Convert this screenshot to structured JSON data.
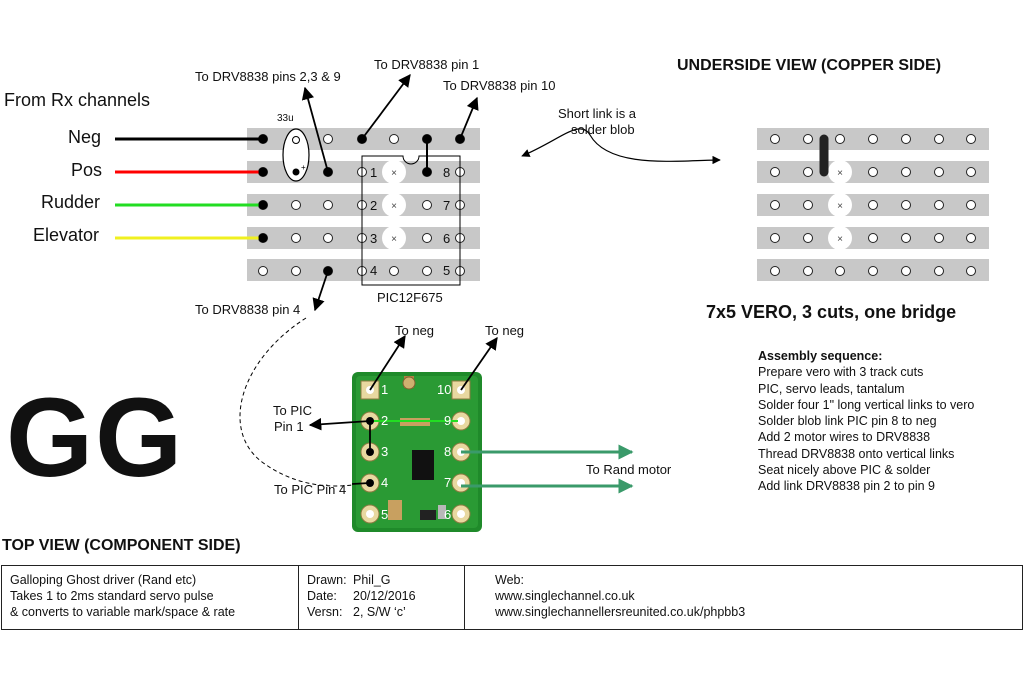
{
  "left_labels": {
    "from_rx": "From Rx channels",
    "neg": "Neg",
    "pos": "Pos",
    "rudder": "Rudder",
    "elevator": "Elevator"
  },
  "callouts": {
    "drv_pins_239": "To DRV8838 pins 2,3 & 9",
    "drv_pin1": "To DRV8838 pin 1",
    "drv_pin10": "To DRV8838 pin 10",
    "drv_pin4": "To DRV8838 pin 4",
    "cap": "33u",
    "short_link_1": "Short link is a",
    "short_link_2": "solder blob",
    "to_neg_a": "To neg",
    "to_neg_b": "To neg",
    "to_pic_pin1_a": "To PIC",
    "to_pic_pin1_b": "Pin 1",
    "to_pic_pin4": "To PIC Pin 4",
    "to_rand_motor": "To Rand motor"
  },
  "pic": {
    "name": "PIC12F675",
    "pins_left": [
      "1",
      "2",
      "3",
      "4"
    ],
    "pins_right": [
      "8",
      "7",
      "6",
      "5"
    ]
  },
  "drv": {
    "pins_left": [
      "1",
      "2",
      "3",
      "4",
      "5"
    ],
    "pins_right": [
      "10",
      "9",
      "8",
      "7",
      "6"
    ]
  },
  "underside": {
    "title": "UNDERSIDE VIEW (COPPER SIDE)",
    "subtitle": "7x5 VERO, 3 cuts, one bridge"
  },
  "assembly": {
    "title": "Assembly sequence:",
    "steps": [
      "Prepare vero with 3 track cuts",
      "PIC, servo leads, tantalum",
      "Solder four 1\" long vertical links to vero",
      "Solder blob link PIC pin 8 to neg",
      "Add 2 motor wires to DRV8838",
      "Thread DRV8838 onto vertical links",
      "Seat nicely above PIC & solder",
      "Add link DRV8838 pin 2 to pin 9"
    ]
  },
  "logo": "GG",
  "top_view_title": "TOP VIEW (COMPONENT SIDE)",
  "footer": {
    "desc": [
      "Galloping Ghost driver (Rand etc)",
      "Takes 1 to 2ms standard servo pulse",
      "& converts to variable mark/space & rate"
    ],
    "drawn": [
      "Drawn:",
      "Phil_G"
    ],
    "date": [
      "Date:",
      "20/12/2016"
    ],
    "versn": [
      "Versn:",
      "2, S/W ‘c’"
    ],
    "web": [
      "Web:",
      "www.singlechannel.co.uk",
      "www.singlechannellersreunited.co.uk/phpbb3"
    ]
  },
  "colors": {
    "neg_wire": "#000000",
    "pos_wire": "#ff0000",
    "rudder_wire": "#22dd22",
    "elevator_wire": "#f0f020",
    "vero_strip": "#c8c8c8",
    "motor_arrow": "#3a9a6a",
    "board_green": "#1f8a2a"
  }
}
